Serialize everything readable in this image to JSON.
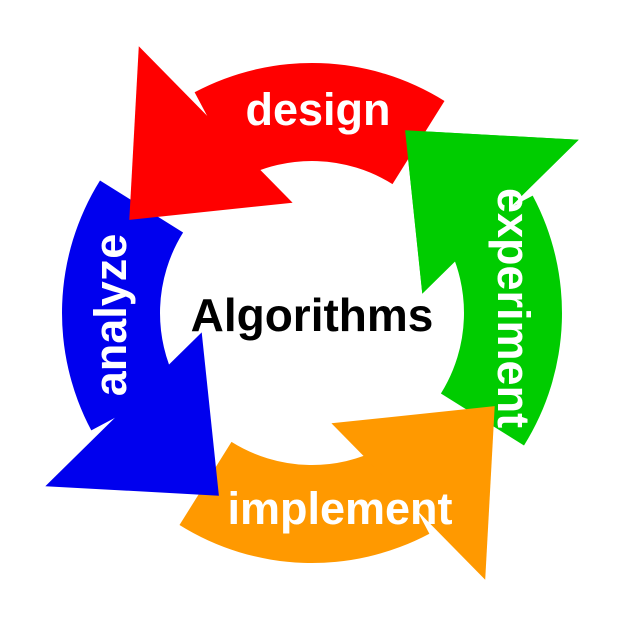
{
  "center_label": "Algorithms",
  "center_label_color": "#000000",
  "label_color": "#ffffff",
  "background": "#ffffff",
  "cycle_direction": "counterclockwise",
  "arrows": [
    {
      "id": "design",
      "label": "design",
      "color": "#ff0000",
      "position": "top"
    },
    {
      "id": "experiment",
      "label": "experiment",
      "color": "#00cc00",
      "position": "right"
    },
    {
      "id": "implement",
      "label": "implement",
      "color": "#ff9900",
      "position": "bottom"
    },
    {
      "id": "analyze",
      "label": "analyze",
      "color": "#0000ee",
      "position": "left"
    }
  ]
}
